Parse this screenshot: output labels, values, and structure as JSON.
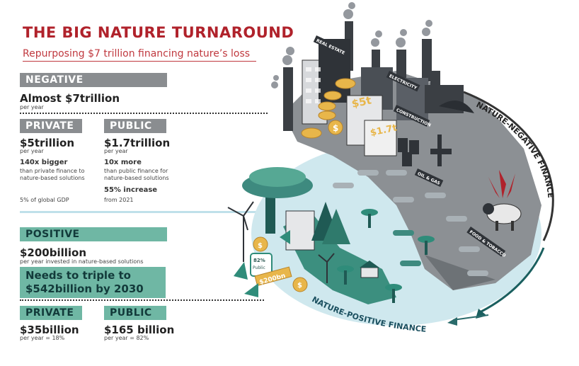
{
  "header": {
    "title": "THE BIG NATURE TURNAROUND",
    "subtitle": "Repurposing $7 trillion financing nature’s loss"
  },
  "negative": {
    "heading": "NEGATIVE",
    "amount": "Almost $7trillion",
    "unit": "per year",
    "private": {
      "heading": "PRIVATE",
      "amount": "$5trillion",
      "unit": "per year",
      "compare": "140x bigger",
      "compare_note": "than private finance to nature-based solutions",
      "gdp_note": "5% of global GDP"
    },
    "public": {
      "heading": "PUBLIC",
      "amount": "$1.7trillion",
      "unit": "per year",
      "compare": "10x more",
      "compare_note": "than public finance for nature-based solutions",
      "increase": "55% increase",
      "increase_note": "from 2021"
    }
  },
  "positive": {
    "heading": "POSITIVE",
    "amount": "$200billion",
    "unit": "per year invested in nature-based solutions",
    "needs": "Needs to triple to $542billion by 2030",
    "private": {
      "heading": "PRIVATE",
      "amount": "$35billion",
      "unit": "per year = 18%"
    },
    "public": {
      "heading": "PUBLIC",
      "amount": "$165 billion",
      "unit": "per year = 82%"
    }
  },
  "illustration": {
    "labels": {
      "real_estate": "REAL ESTATE",
      "electricity": "ELECTRICITY",
      "construction": "CONSTRUCTION",
      "oil_gas": "OIL & GAS",
      "food_tobacco": "FOOD & TOBACCO",
      "negative_arc": "NATURE-NEGATIVE FINANCE",
      "positive_arc": "NATURE-POSITIVE FINANCE"
    },
    "money": {
      "five_t": "$5t",
      "one_seven_t": "$1.7t",
      "two_hundred_bn": "$200bn",
      "public_pct": "82%",
      "public_word": "Public",
      "dollar": "$"
    },
    "colors": {
      "title_red": "#b0222b",
      "grey_bar": "#8a8d90",
      "teal_bar": "#6fb7a4",
      "grey_land": "#8c9094",
      "water": "#cfe8ee",
      "forest": "#2f8c7a",
      "gold": "#e8b64a"
    }
  }
}
